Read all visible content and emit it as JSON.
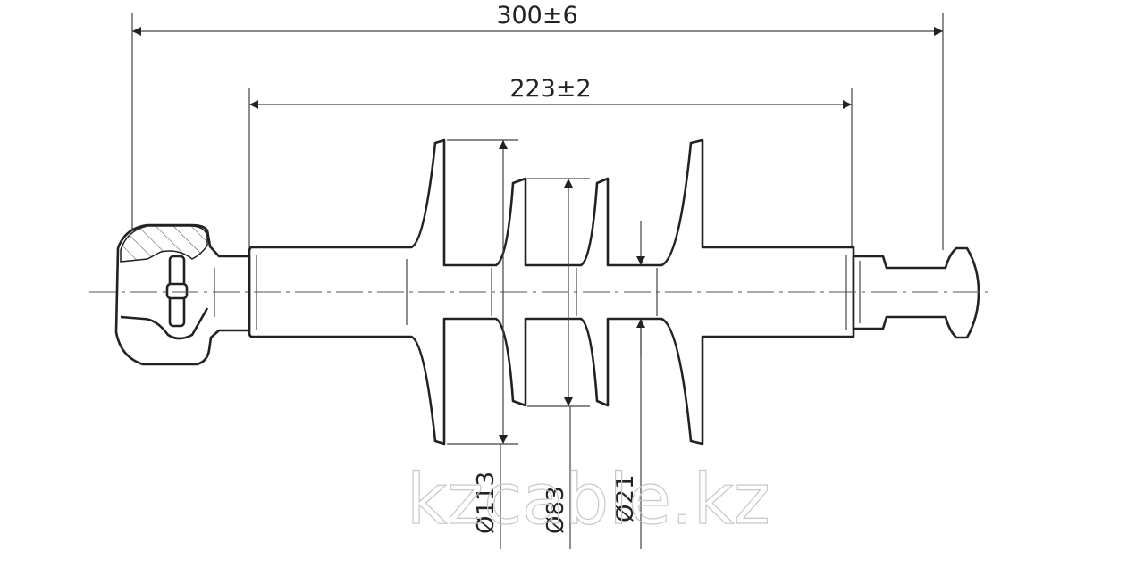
{
  "drawing": {
    "dimensions": {
      "overall_length": "300±6",
      "insulating_length": "223±2",
      "large_shed_diameter": "Ø113",
      "small_shed_diameter": "Ø83",
      "core_diameter": "Ø21"
    },
    "watermark": "kzcable.kz",
    "line_color": "#222222"
  }
}
